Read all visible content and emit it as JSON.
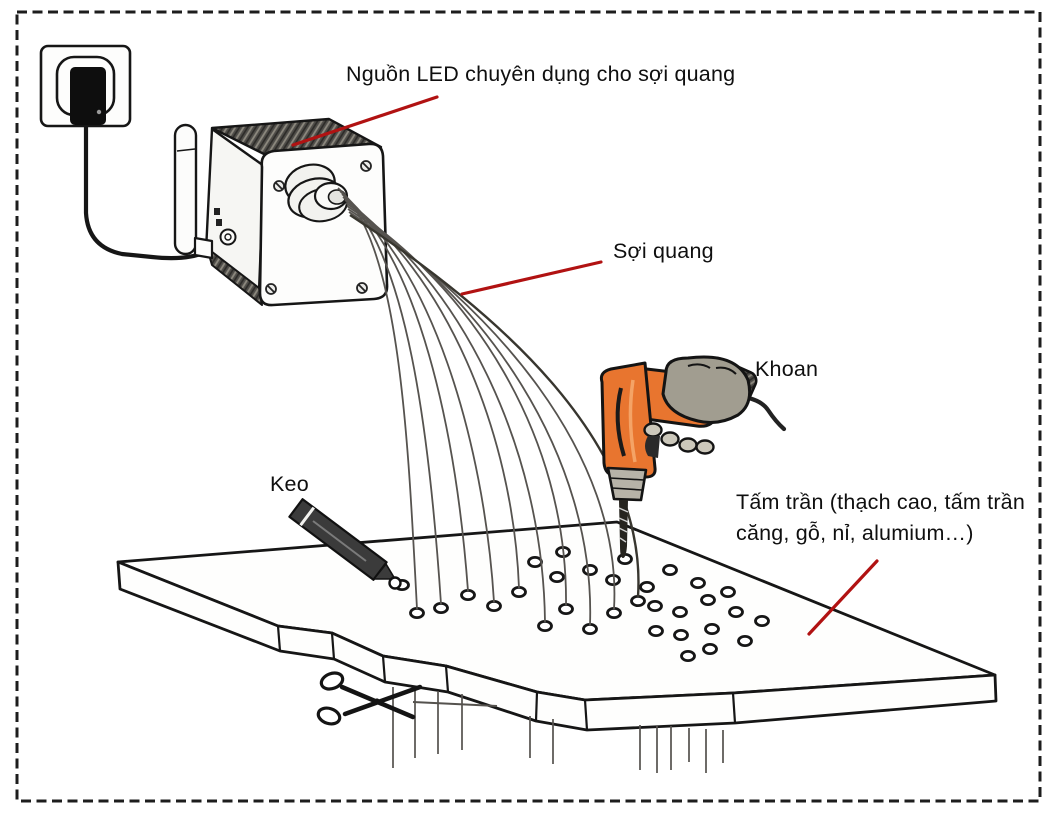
{
  "labels": {
    "led_source": "Nguồn LED chuyên dụng cho sợi quang",
    "optic_fiber": "Sợi quang",
    "drill": "Khoan",
    "glue": "Keo",
    "ceiling_line1": "Tấm trần (thạch cao, tấm trần",
    "ceiling_line2": "căng, gỗ, nỉ, alumium…)"
  },
  "colors": {
    "leader_line": "#b11212",
    "outline": "#161616",
    "drill_body": "#e8752f",
    "background": "#ffffff"
  },
  "parts": [
    "dashed-border",
    "power-outlet",
    "power-plug",
    "power-cord",
    "led-source-box",
    "antenna",
    "fiber-port-connector",
    "fiber-bundle",
    "ceiling-panel",
    "panel-holes",
    "hanging-fibers",
    "glue-pen",
    "drill",
    "drill-bit",
    "scissors-icon",
    "leader-lines"
  ]
}
